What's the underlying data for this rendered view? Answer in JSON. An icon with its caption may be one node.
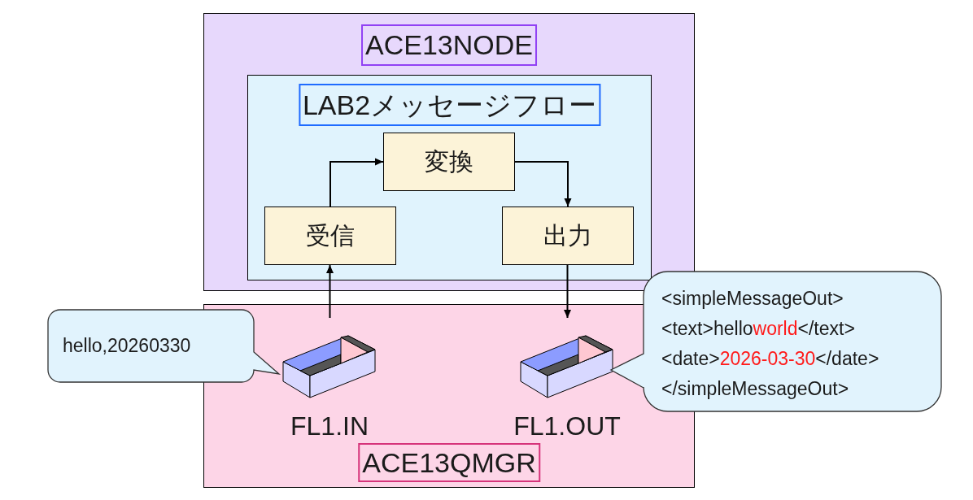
{
  "diagram": {
    "nodes": [
      {
        "text": [
          "ACE13NODE"
        ]
      },
      {
        "text": [
          "LAB2メッセージフロー"
        ],
        "in": 0
      },
      {
        "text": [
          "変換"
        ],
        "in": 1
      },
      {
        "text": [
          "受信"
        ],
        "in": 1
      },
      {
        "text": [
          "出力"
        ],
        "in": 1
      },
      {
        "text": [
          "ACE13QMGR"
        ]
      },
      {
        "text": [
          "FL1.IN"
        ],
        "in": 5
      },
      {
        "text": [
          "FL1.OUT"
        ],
        "in": 5
      },
      {
        "text": [
          "hello,20260330"
        ]
      },
      {
        "text": [
          "<simpleMessageOut>",
          "<text>hello**world**</text>",
          "<date>**2026-03-30**</date>",
          "</simpleMessageOut>"
        ]
      }
    ],
    "edges": [
      {
        "from": 3,
        "to": 2,
        "arrow": "to"
      },
      {
        "from": 2,
        "to": 4,
        "arrow": "to"
      },
      {
        "from": 6,
        "to": 3,
        "arrow": "to"
      },
      {
        "from": 4,
        "to": 7,
        "arrow": "to"
      }
    ]
  }
}
